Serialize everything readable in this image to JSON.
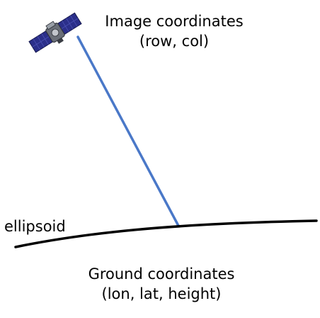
{
  "satellite": {
    "icon": "satellite-icon",
    "panel_color": "#2b2f8a",
    "body_color": "#6a6f78"
  },
  "image_coordinates": {
    "line1": "Image coordinates",
    "line2": "(row, col)"
  },
  "ground_coordinates": {
    "line1": "Ground coordinates",
    "line2": "(lon, lat, height)"
  },
  "ellipsoid_label": "ellipsoid",
  "colors": {
    "ray": "#4a78c8",
    "surface": "#000000",
    "text": "#000000"
  }
}
